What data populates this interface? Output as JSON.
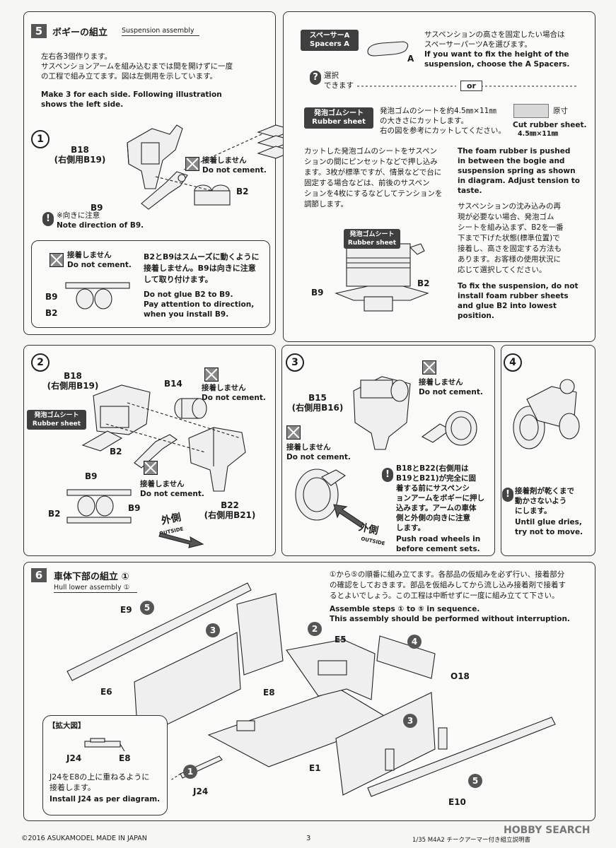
{
  "step5": {
    "num": "5",
    "title_jp": "ボギーの組立",
    "title_en": "Suspension assembly",
    "intro_jp": "左右各3個作ります。\nサスペンションアームを組み込むまでは間を開けずに一度\nの工程で組み立てます。図は左側用を示しています。",
    "intro_en": "Make 3 for each side. Following illustration\nshows the left side.",
    "sub1": {
      "num": "1",
      "b18": "B18\n(右側用B19)",
      "no_cement_jp": "接着しません",
      "no_cement_en": "Do not cement.",
      "b9": "B9",
      "b2": "B2",
      "note_jp": "※向きに注意",
      "note_en": "Note direction of B9."
    },
    "inset": {
      "no_cement_jp": "接着しません",
      "no_cement_en": "Do not cement.",
      "b9": "B9",
      "b2": "B2",
      "text_jp": "B2とB9はスムーズに動くように\n接着しません。B9は向きに注意\nして取り付けます。",
      "text_en": "Do not glue B2 to B9.\nPay attention to direction,\nwhen you install B9."
    },
    "spacers": {
      "tag": "スペーサーA\nSpacers A",
      "part": "A",
      "text_jp": "サスペンションの高さを固定したい場合は\nスペーサーパーツAを選びます。",
      "text_en": "If you want to fix the height of the\nsuspension, choose the A Spacers.",
      "choice_jp": "選択\nできます",
      "or": "or"
    },
    "rubber": {
      "tag": "発泡ゴムシート\nRubber sheet",
      "text_jp": "発泡ゴムのシートを約4.5㎜×11㎜\nの大きさにカットします。\n右の図を参考にカットしてください。",
      "actual_jp": "原寸",
      "cut_en": "Cut rubber sheet.",
      "cut_size": "4.5㎜×11㎜",
      "body_jp": "カットした発泡ゴムのシートをサスペン\nションの間にピンセットなどで押し込み\nます。3枚が標準ですが、情景などで台に\n固定する場合などは、前後のサスペン\nションを4枚にするなどしてテンションを\n調節します。",
      "body_en": "The foam  rubber is pushed\nin between the bogie and\nsuspension spring as  shown\nin diagram. Adjust tension to\ntaste.",
      "fix_jp": "サスペンションの沈み込みの再\n現が必要ない場合、発泡ゴム\nシートを組み込まず、B2を一番\n下まで下げた状態(標準位置)で\n接着し、高さを固定する方法も\nあります。お客様の使用状況に\n応じて選択してください。",
      "fix_en": "To fix the suspension, do not\ninstall foam rubber sheets\nand glue B2 into lowest\nposition.",
      "diag_tag": "発泡ゴムシート\nRubber sheet",
      "b9": "B9",
      "b2": "B2"
    },
    "sub2": {
      "num": "2",
      "b18": "B18\n(右側用B19)",
      "b14": "B14",
      "no_cement1_jp": "接着しません",
      "no_cement1_en": "Do not cement.",
      "tag": "発泡ゴムシート\nRubber sheet",
      "b2": "B2",
      "b9": "B9",
      "no_cement2_jp": "接着しません",
      "no_cement2_en": "Do not cement.",
      "b22": "B22\n(右側用B21)",
      "b9b": "B9",
      "b2b": "B2",
      "outside_jp": "外側",
      "outside_en": "OUTSIDE"
    },
    "sub3": {
      "num": "3",
      "b15": "B15\n(右側用B16)",
      "no_cement1_jp": "接着しません",
      "no_cement1_en": "Do not cement.",
      "no_cement2_jp": "接着しません",
      "no_cement2_en": "Do not cement.",
      "note_jp": "B18とB22(右側用は\nB19とB21)が完全に固\n着する前にサスペンシ\nョンアームをボギーに押し\n込みます。アームの車体\n側と外側の向きに注意\nします。",
      "note_en": "Push road wheels in\nbefore cement sets.",
      "outside_jp": "外側",
      "outside_en": "OUTSIDE"
    },
    "sub4": {
      "num": "4",
      "note_jp": "接着剤が乾くまで\n動かさないよう\nにします。",
      "note_en": "Until glue dries,\ntry not to move."
    }
  },
  "step6": {
    "num": "6",
    "title_jp": "車体下部の組立 ①",
    "title_en": "Hull lower assembly ①",
    "text_jp": "①から⑤の順番に組み立てます。各部品の仮組みを必ず行い、接着部分\nの確認をしておきます。部品を仮組みしてから流し込み接着剤で接着す\nるとよいでしょう。この工程は中断せずに一度に組み立てて下さい。",
    "text_en": "Assemble steps ① to ⑤ in sequence.\nThis assembly should be performed without interruption.",
    "labels": {
      "e9": "E9",
      "e6": "E6",
      "e8": "E8",
      "e5": "E5",
      "o18": "O18",
      "e1": "E1",
      "e10": "E10",
      "j24": "J24"
    },
    "seq": {
      "s5a": "5",
      "s3a": "3",
      "s2": "2",
      "s4": "4",
      "s3b": "3",
      "s1": "1",
      "s5b": "5"
    },
    "enlarge": {
      "title": "【拡大図】",
      "j24": "J24",
      "e8": "E8",
      "text_jp": "J24をE8の上に重ねるように\n接着します。",
      "text_en": "Install J24 as per diagram."
    }
  },
  "footer": {
    "copyright": "©2016 ASUKAMODEL    MADE IN JAPAN",
    "page": "3",
    "product": "1/35 M4A2 チークアーマー付き組立説明書",
    "watermark": "HOBBY SEARCH"
  }
}
